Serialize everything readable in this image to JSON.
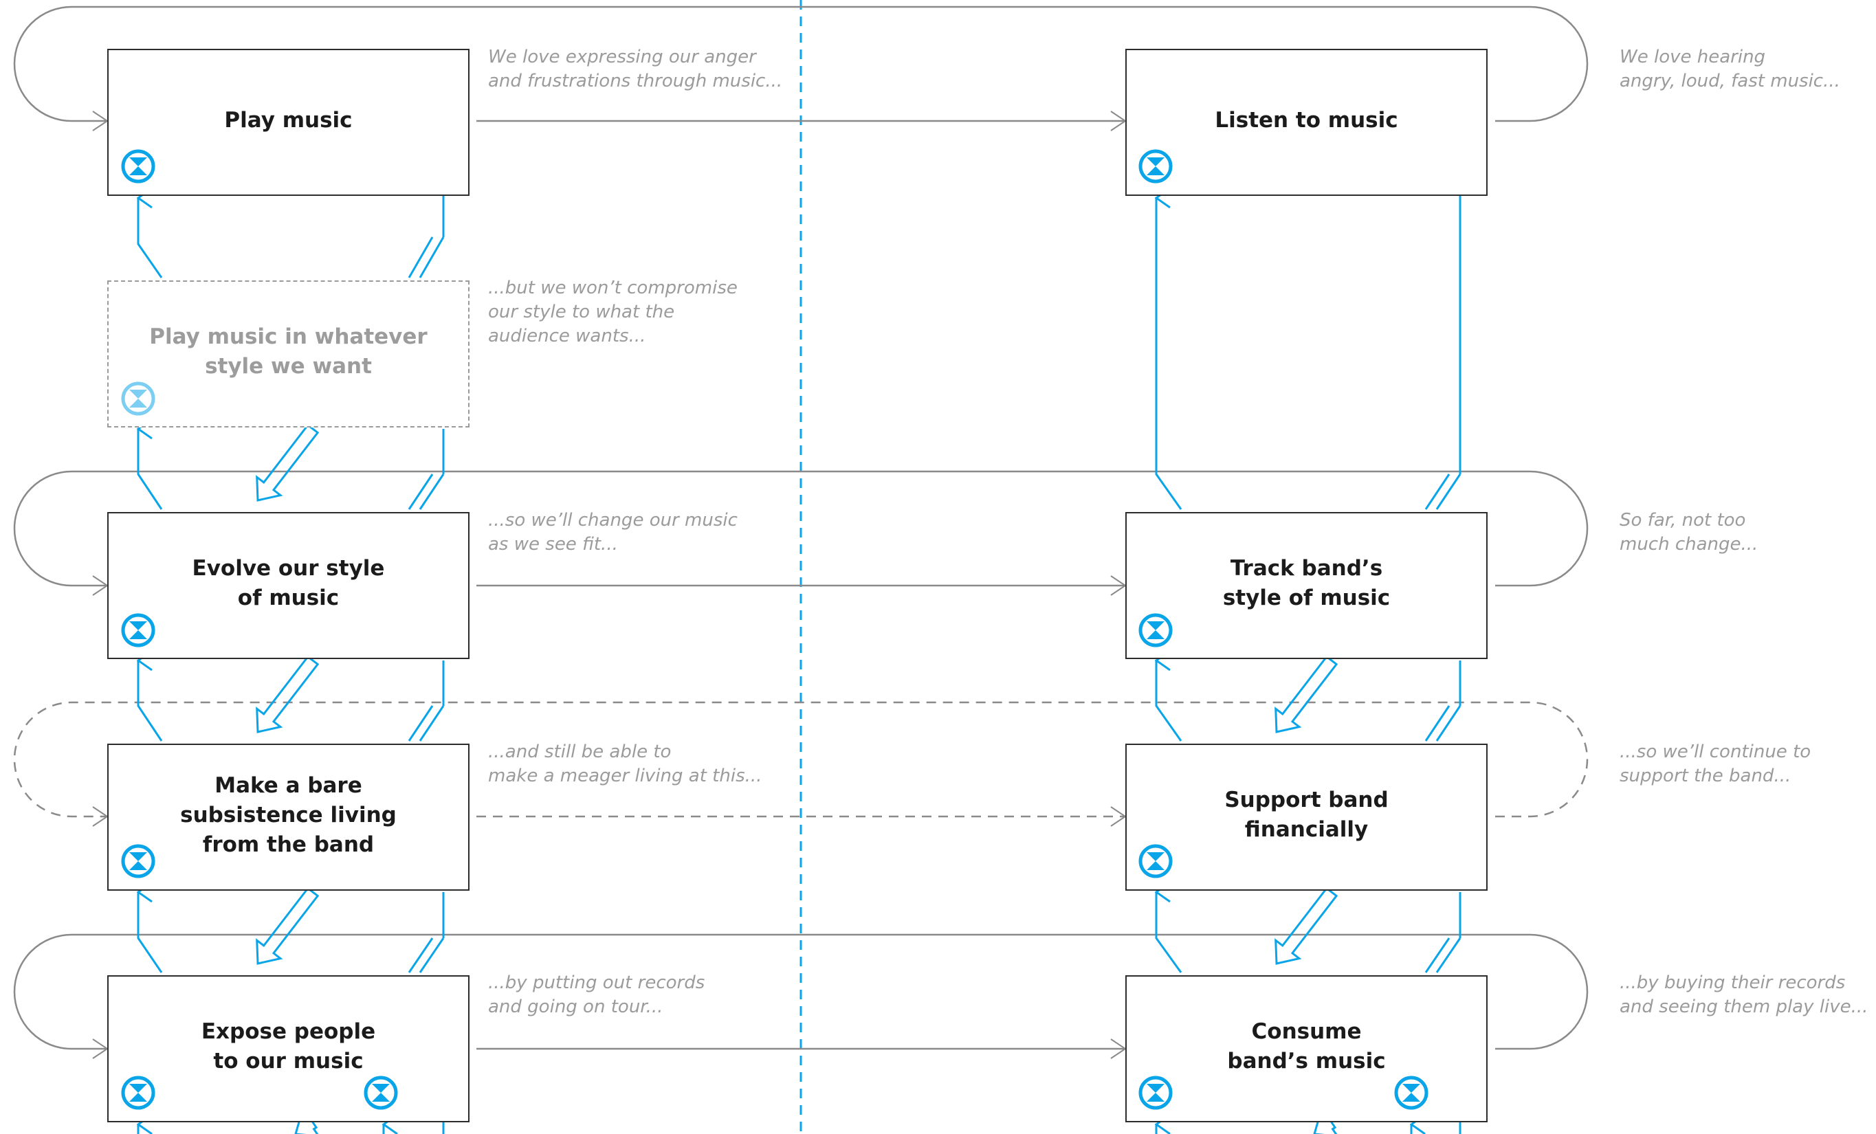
{
  "nodes": [
    {
      "id": "play-music",
      "label": "Play music"
    },
    {
      "id": "listen-to-music",
      "label": "Listen to music"
    },
    {
      "id": "play-whatever-style",
      "label": "Play music in whatever\nstyle we want"
    },
    {
      "id": "evolve-style",
      "label": "Evolve our style\nof music"
    },
    {
      "id": "track-style",
      "label": "Track band’s\nstyle of music"
    },
    {
      "id": "subsistence-living",
      "label": "Make a bare\nsubsistence living\nfrom the band"
    },
    {
      "id": "support-financially",
      "label": "Support band\nfinancially"
    },
    {
      "id": "expose-people",
      "label": "Expose people\nto our music"
    },
    {
      "id": "consume-music",
      "label": "Consume\nband’s music"
    }
  ],
  "annotations": {
    "band": [
      "We love expressing our anger\nand frustrations through music...",
      "...but we won’t compromise\nour style to what the\naudience wants...",
      "...so we’ll change our music\nas we see fit...",
      "...and still be able to\nmake a meager living at this...",
      "...by putting out records\nand going on tour..."
    ],
    "audience": [
      "We love hearing\nangry, loud, fast music...",
      "So far, not too\nmuch change...",
      "...so we’ll continue to\nsupport the band...",
      "...by buying their records\nand seeing them play live..."
    ]
  },
  "icons": {
    "name": "hourglass-marker-icon"
  },
  "colors": {
    "accent": "#0aa5e8",
    "accent_faded": "#7ccff2",
    "frame": "#2c2c2c",
    "connector": "#8a8a8a",
    "note_text": "#9b9b9b"
  }
}
